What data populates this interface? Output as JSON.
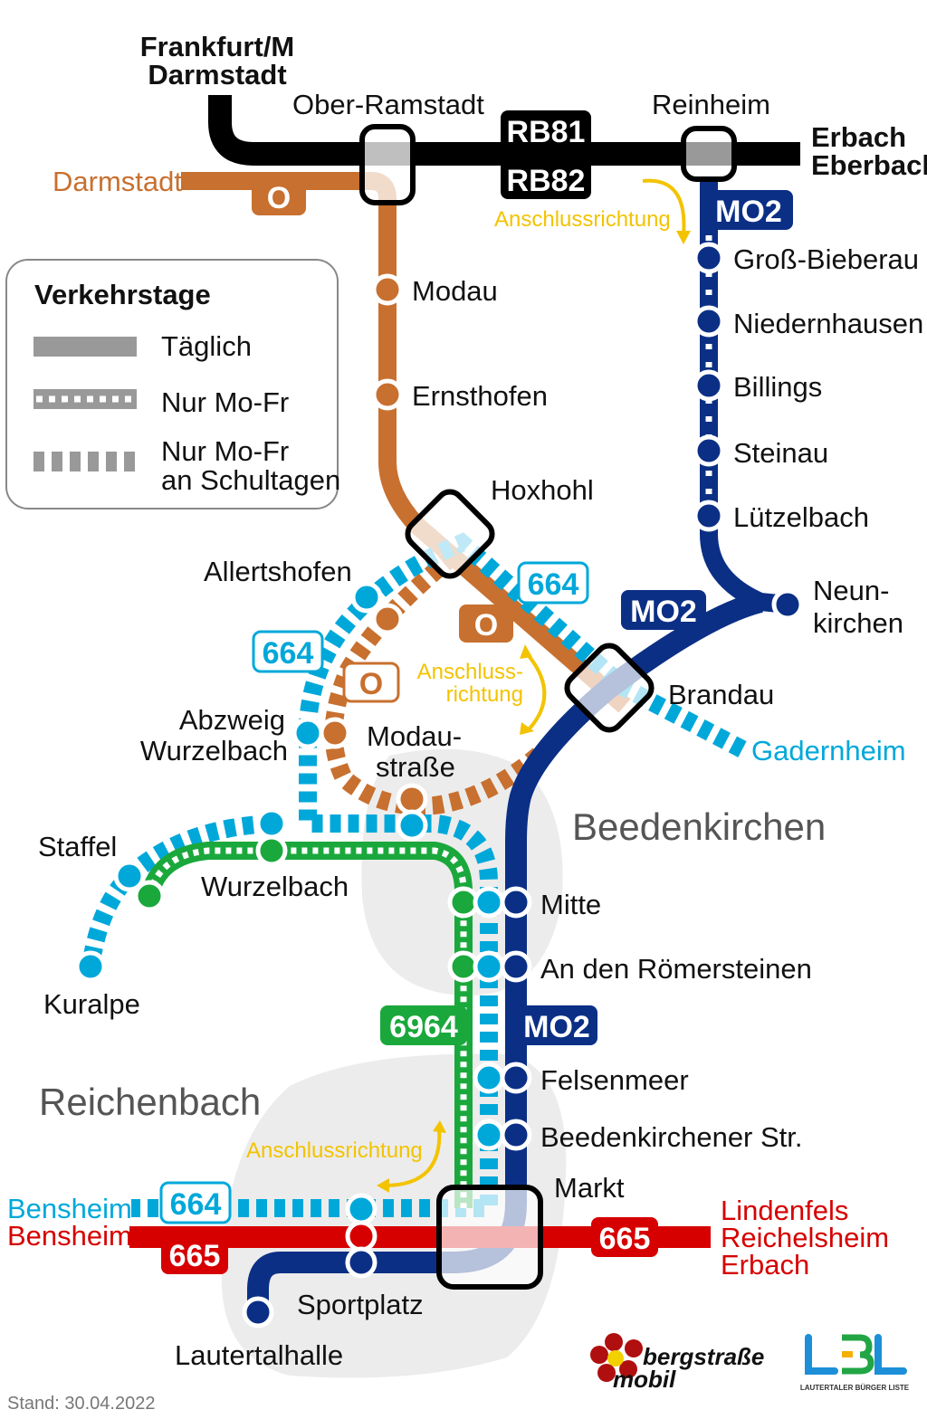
{
  "colors": {
    "rail": "#000000",
    "line_o": "#c8702f",
    "line_mo2": "#0b2f85",
    "line_664": "#00a8da",
    "line_6964": "#1aa83c",
    "line_665": "#d60000",
    "arrow": "#f3c300",
    "area": "#ececec"
  },
  "rail": {
    "top_destination": [
      "Frankfurt/M",
      "Darmstadt"
    ],
    "right_destination": [
      "Erbach",
      "Eberbach"
    ],
    "routes": [
      "RB81",
      "RB82"
    ]
  },
  "routes": {
    "o": "O",
    "mo2": "MO2",
    "r664": "664",
    "r6964": "6964",
    "r665": "665"
  },
  "destinations": {
    "darmstadt": "Darmstadt",
    "gadernheim": "Gadernheim",
    "bensheim_664": "Bensheim",
    "bensheim_665": "Bensheim",
    "east_665": [
      "Lindenfels",
      "Reichelsheim",
      "Erbach"
    ]
  },
  "stations": {
    "ober_ramstadt": "Ober-Ramstadt",
    "reinheim": "Reinheim",
    "modau": "Modau",
    "ernsthofen": "Ernsthofen",
    "hoxhohl": "Hoxhohl",
    "gross_bieberau": "Groß-Bieberau",
    "niedernhausen": "Niedernhausen",
    "billings": "Billings",
    "steinau": "Steinau",
    "luetzelbach": "Lützelbach",
    "neunkirchen": [
      "Neun-",
      "kirchen"
    ],
    "brandau": "Brandau",
    "allertshofen": "Allertshofen",
    "abzweig_wurzelbach": [
      "Abzweig",
      "Wurzelbach"
    ],
    "modaustrasse": [
      "Modau-",
      "straße"
    ],
    "staffel": "Staffel",
    "wurzelbach": "Wurzelbach",
    "kuralpe": "Kuralpe",
    "mitte": "Mitte",
    "roemersteine": "An den Römersteinen",
    "felsenmeer": "Felsenmeer",
    "beedenkirchener_str": "Beedenkirchener Str.",
    "markt": "Markt",
    "sportplatz": "Sportplatz",
    "lautertalhalle": "Lautertalhalle"
  },
  "areas": {
    "beedenkirchen": "Beedenkirchen",
    "reichenbach": "Reichenbach"
  },
  "connection_hint": "Anschlussrichtung",
  "connection_hint_split": [
    "Anschluss-",
    "richtung"
  ],
  "legend": {
    "title": "Verkehrstage",
    "items": [
      {
        "label": [
          "Täglich"
        ]
      },
      {
        "label": [
          "Nur Mo-Fr"
        ]
      },
      {
        "label": [
          "Nur Mo-Fr",
          "an Schultagen"
        ]
      }
    ]
  },
  "footer": {
    "stand": "Stand: 30.04.2022"
  },
  "logos": {
    "bergstrasse": [
      "bergstraße",
      "mobil"
    ],
    "lbl": "LBL",
    "lbl_sub": "LAUTERTALER BÜRGER LISTE"
  }
}
